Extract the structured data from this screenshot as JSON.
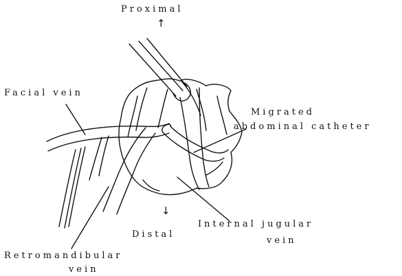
{
  "labels": {
    "proximal": "Proximal",
    "distal": "Distal",
    "facial_vein": "Facial vein",
    "migrated_line1": "Migrated",
    "migrated_line2": "abdominal catheter",
    "internal_jugular_line1": "Internal jugular",
    "internal_jugular_line2": "vein",
    "retromandibular_line1": "Retromandibular",
    "retromandibular_line2": "vein"
  },
  "arrows": {
    "up": "↑",
    "down": "↓"
  },
  "colors": {
    "ink": "#111111",
    "background": "#ffffff"
  }
}
